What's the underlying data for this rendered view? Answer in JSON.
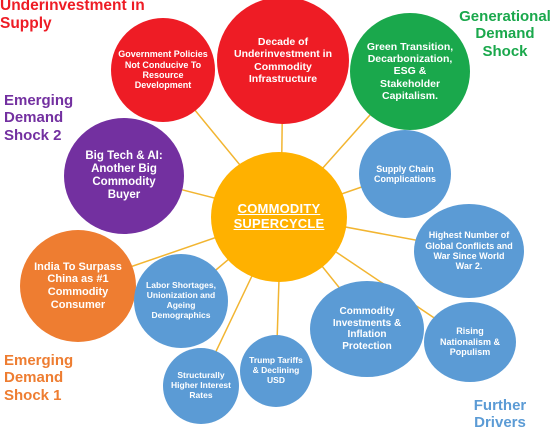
{
  "colors": {
    "red": "#ee1c25",
    "green": "#1aa84c",
    "purple": "#7330a0",
    "orange": "#ee7d31",
    "yellow": "#ffb100",
    "blue": "#5b9bd5",
    "line": "#f2b531"
  },
  "center": {
    "label": "COMMODITY SUPERCYCLE"
  },
  "categories": {
    "supply": "Underinvestment in Supply",
    "generational": "Generational Demand Shock",
    "demand2": "Emerging Demand Shock 2",
    "demand1": "Emerging Demand Shock 1",
    "further": "Further Drivers"
  },
  "nodes": {
    "government": "Government Policies Not Conducive To Resource Development",
    "decade": "Decade of Underinvestment in Commodity Infrastructure",
    "green": "Green Transition, Decarbonization, ESG & Stakeholder Capitalism.",
    "bigtech": "Big Tech & AI: Another Big Commodity Buyer",
    "supplychain": "Supply Chain Complications",
    "conflicts": "Highest Number of Global Conflicts and War Since World War 2.",
    "india": "India To Surpass China as #1 Commodity Consumer",
    "labor": "Labor Shortages, Unionization and Ageing Demographics",
    "investments": "Commodity Investments & Inflation Protection",
    "nationalism": "Rising Nationalism & Populism",
    "interest": "Structurally Higher Interest Rates",
    "trump": "Trump Tariffs & Declining USD"
  }
}
